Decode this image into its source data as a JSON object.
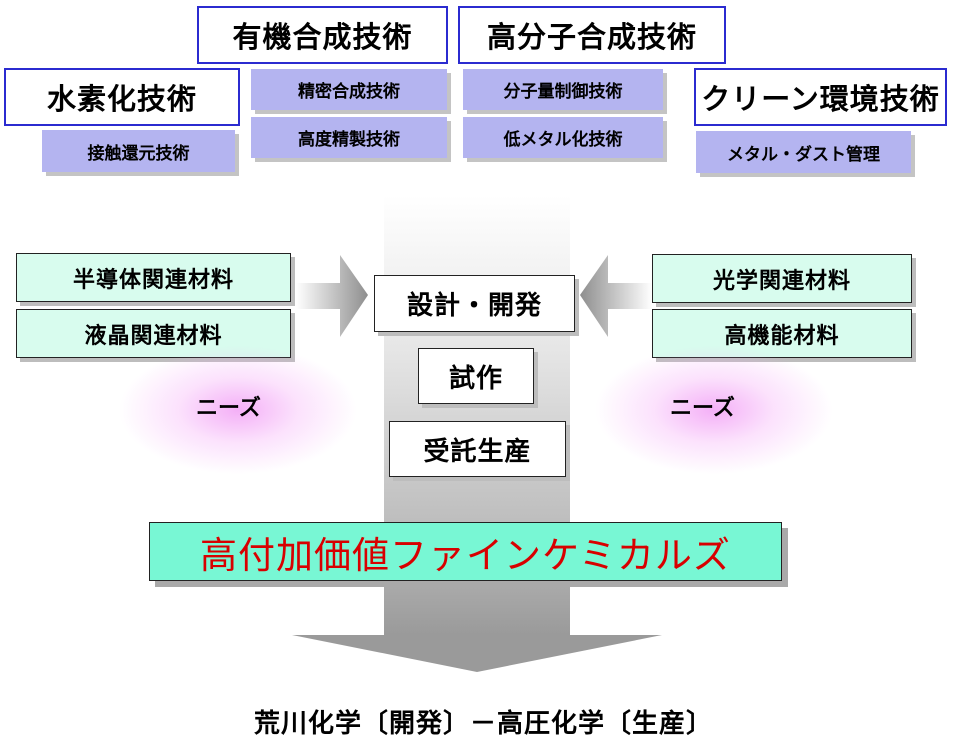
{
  "top_technologies": [
    {
      "label": "有機合成技術"
    },
    {
      "label": "高分子合成技術"
    },
    {
      "label": "水素化技術"
    },
    {
      "label": "クリーン環境技術"
    }
  ],
  "sub_technologies": [
    {
      "label": "精密合成技術"
    },
    {
      "label": "分子量制御技術"
    },
    {
      "label": "高度精製技術"
    },
    {
      "label": "低メタル化技術"
    },
    {
      "label": "接触還元技術"
    },
    {
      "label": "メタル・ダスト管理"
    }
  ],
  "left_materials": [
    {
      "label": "半導体関連材料"
    },
    {
      "label": "液晶関連材料"
    }
  ],
  "right_materials": [
    {
      "label": "光学関連材料"
    },
    {
      "label": "高機能材料"
    }
  ],
  "needs": {
    "left": "ニーズ",
    "right": "ニーズ"
  },
  "process": [
    {
      "label": "設計・開発"
    },
    {
      "label": "試作"
    },
    {
      "label": "受託生産"
    }
  ],
  "banner": {
    "label": "高付加価値ファインケミカルズ"
  },
  "footer": {
    "label": "荒川化学〔開発〕－高圧化学〔生産〕"
  },
  "colors": {
    "tech_border": "#2b2bd0",
    "sub_fill": "#b4b4f0",
    "material_fill": "#d8fcee",
    "banner_fill": "#78f7d4",
    "banner_text": "#d80000",
    "glow": "#eb6ef0"
  }
}
